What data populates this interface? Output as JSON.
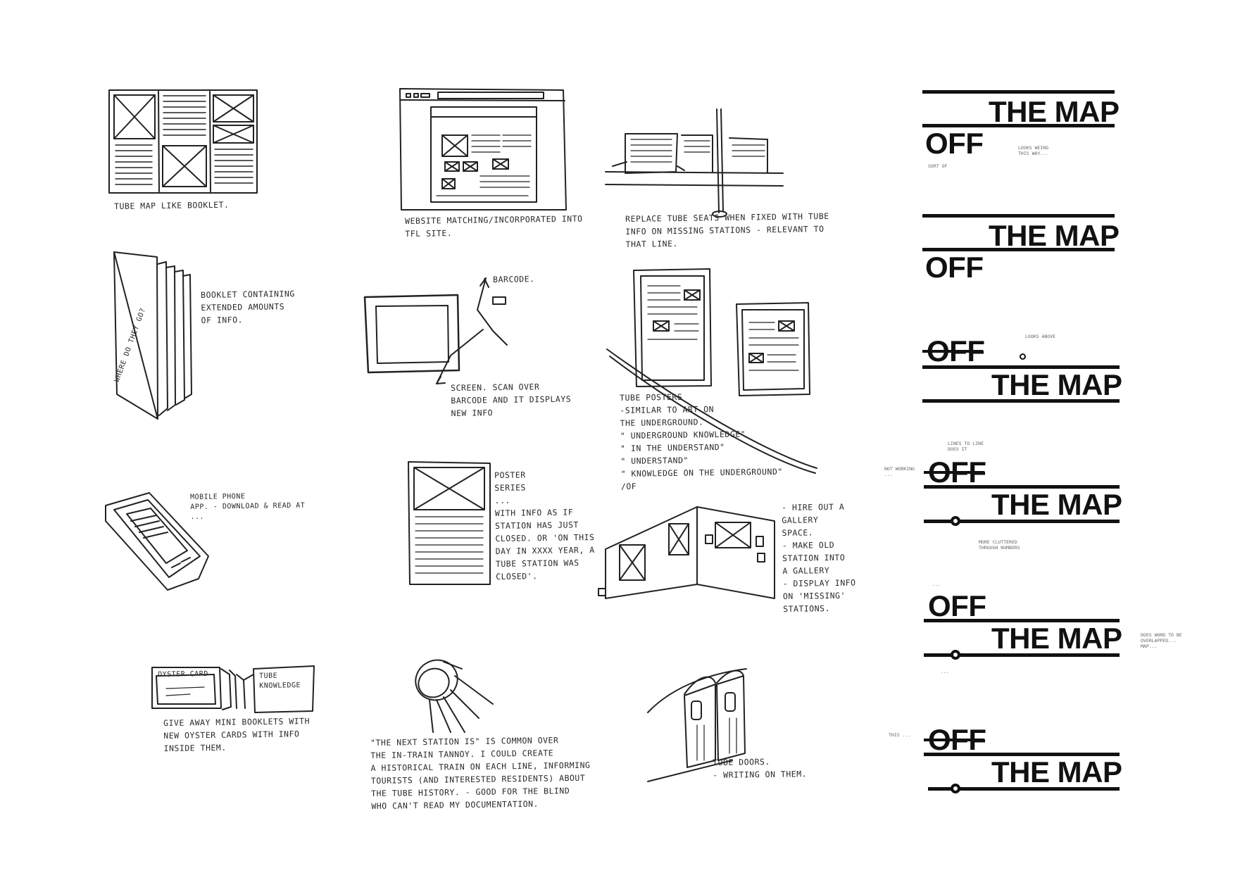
{
  "sketch_notes": {
    "tube_booklet": "TUBE MAP LIKE BOOKLET.",
    "website": "WEBSITE MATCHING/INCORPORATED INTO\nTFL SITE.",
    "tube_seats": "REPLACE TUBE SEATS WHEN FIXED WITH TUBE\nINFO ON MISSING STATIONS - RELEVANT TO\nTHAT LINE.",
    "booklet_extended": "BOOKLET CONTAINING\nEXTENDED AMOUNTS\nOF INFO.",
    "booklet_spine": "WHERE DO THEY GO?",
    "barcode": "BARCODE.",
    "screen_scan": "SCREEN. SCAN OVER\nBARCODE AND IT DISPLAYS\nNEW INFO",
    "tube_posters": "TUBE POSTERS\n-SIMILAR TO ART ON\nTHE UNDERGROUND.\n\" UNDERGROUND KNOWLEDGE\"\n\" IN THE UNDERSTAND\"\n\" UNDERSTAND\"\n\" KNOWLEDGE ON THE UNDERGROUND\"\n/OF",
    "mobile_app": "MOBILE PHONE\nAPP. - DOWNLOAD & READ AT\n...",
    "poster_series": "POSTER\nSERIES\n...\nWITH INFO AS IF\nSTATION HAS JUST\nCLOSED. OR 'ON THIS\nDAY IN XXXX YEAR, A\nTUBE STATION WAS\nCLOSED'.",
    "gallery": "- HIRE OUT A\nGALLERY\nSPACE.\n- MAKE OLD\nSTATION INTO\nA GALLERY\n- DISPLAY INFO\nON 'MISSING'\nSTATIONS.",
    "oyster": "GIVE AWAY MINI BOOKLETS WITH\nNEW OYSTER CARDS WITH INFO\nINSIDE THEM.",
    "oyster_card_label": "OYSTER CARD",
    "tube_knowledge_label": "TUBE\nKNOWLEDGE",
    "next_station": "\"THE NEXT STATION IS\" IS COMMON OVER\nTHE IN-TRAIN TANNOY. I COULD CREATE\nA HISTORICAL TRAIN ON EACH LINE, INFORMING\nTOURISTS (AND INTERESTED RESIDENTS) ABOUT\nTHE TUBE HISTORY. - GOOD FOR THE BLIND\nWHO CAN'T READ MY DOCUMENTATION.",
    "tube_doors": "TUBE DOORS.\n- WRITING ON THEM."
  },
  "logos": [
    {
      "line1": "THE MAP",
      "line2": "OFF"
    },
    {
      "line1": "THE MAP",
      "line2": "OFF"
    },
    {
      "line1": "OFF",
      "line2": "THE MAP"
    },
    {
      "line1": "OFF",
      "line2": "THE MAP"
    },
    {
      "line1": "OFF",
      "line2": "THE MAP"
    },
    {
      "line1": "OFF",
      "line2": "THE MAP"
    }
  ],
  "annotations": {
    "a1": "LOOKS WEIRD\nTHIS WAY...",
    "a2": "SORT OF",
    "a3": "LOOKS ABOVE",
    "a4": "LINES TO LINE\nDOES IT",
    "a5": "NOT WORKING\n...",
    "a6": "MORE CLUTTERED\nTHROUGH NUMBERS",
    "a7": "...",
    "a8": "DOES WORD TO BE\nOVERLAPPED...\nMAP...",
    "a9": "THIS ...",
    "a10": "..."
  },
  "colors": {
    "ink": "#1a1a1a",
    "paper": "#ffffff"
  }
}
